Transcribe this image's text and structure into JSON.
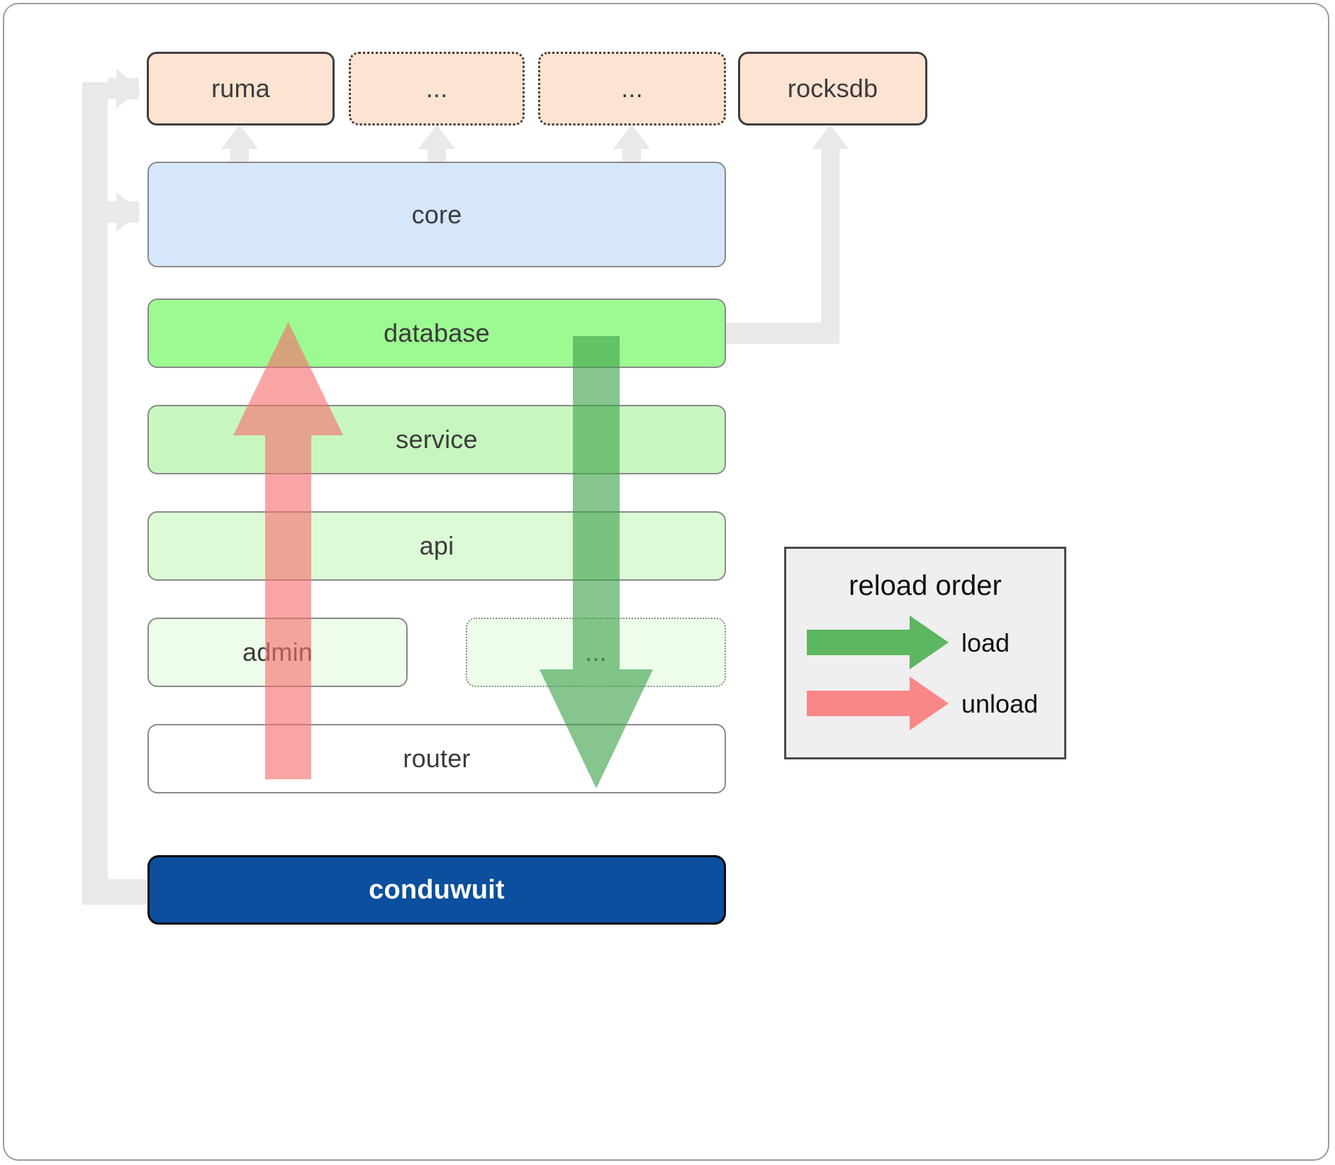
{
  "diagram": {
    "title": "conduwuit crate architecture / reload order",
    "dependencies": [
      {
        "label": "ruma",
        "style": "solid"
      },
      {
        "label": "...",
        "style": "dotted"
      },
      {
        "label": "...",
        "style": "dotted"
      },
      {
        "label": "rocksdb",
        "style": "solid"
      }
    ],
    "core": {
      "label": "core"
    },
    "layers": [
      {
        "label": "database"
      },
      {
        "label": "service"
      },
      {
        "label": "api"
      }
    ],
    "leaf_row": [
      {
        "label": "admin",
        "style": "solid"
      },
      {
        "label": "...",
        "style": "dotted"
      }
    ],
    "router": {
      "label": "router"
    },
    "binary": {
      "label": "conduwuit"
    },
    "legend": {
      "title": "reload order",
      "entries": [
        {
          "label": "load",
          "color": "#4caf50"
        },
        {
          "label": "unload",
          "color": "#f98181"
        }
      ]
    },
    "colors": {
      "dependency_fill": "#fde3d2",
      "core_fill": "#d6e7fb",
      "database_fill": "#9dfa92",
      "service_fill": "#c7f7bf",
      "api_fill": "#dcfad6",
      "admin_fill": "#edfdea",
      "router_fill": "#ffffff",
      "binary_fill": "#0b4f9e",
      "connector": "#e9e9e9",
      "load_arrow": "#4caf50",
      "unload_arrow": "#f98181",
      "legend_bg": "#efefef"
    }
  }
}
